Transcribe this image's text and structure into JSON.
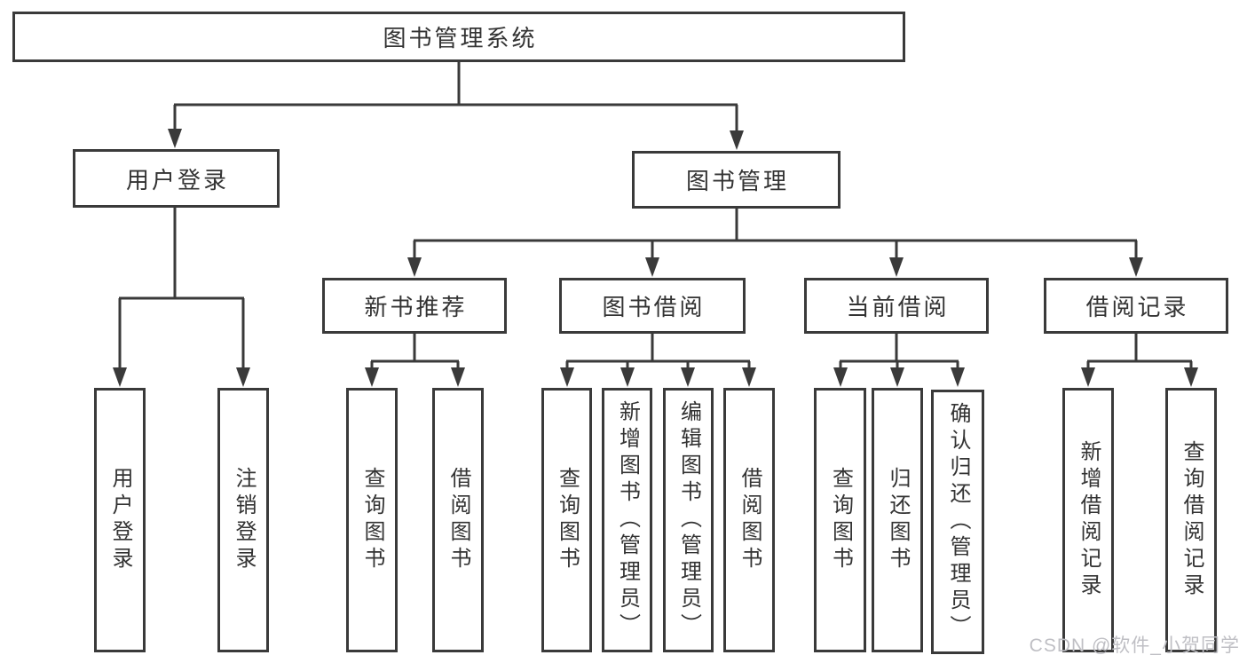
{
  "diagram_title": "图书管理系统",
  "tree": {
    "root": {
      "label": "图书管理系统",
      "children": [
        {
          "label": "用户登录",
          "children": [
            {
              "label": "用户登录"
            },
            {
              "label": "注销登录"
            }
          ]
        },
        {
          "label": "图书管理",
          "children": [
            {
              "label": "新书推荐",
              "children": [
                {
                  "label": "查询图书"
                },
                {
                  "label": "借阅图书"
                }
              ]
            },
            {
              "label": "图书借阅",
              "children": [
                {
                  "label": "查询图书"
                },
                {
                  "label": "新增图书（管理员）"
                },
                {
                  "label": "编辑图书（管理员）"
                },
                {
                  "label": "借阅图书"
                }
              ]
            },
            {
              "label": "当前借阅",
              "children": [
                {
                  "label": "查询图书"
                },
                {
                  "label": "归还图书"
                },
                {
                  "label": "确认归还（管理员）"
                }
              ]
            },
            {
              "label": "借阅记录",
              "children": [
                {
                  "label": "新增借阅记录"
                },
                {
                  "label": "查询借阅记录"
                }
              ]
            }
          ]
        }
      ]
    }
  },
  "watermark": {
    "text": "CSDN @软件_小贺同学"
  },
  "colors": {
    "line": "#3a3a3a",
    "box_border": "#3a3a3a",
    "text": "#333333",
    "watermark": "#bfbfc4",
    "background": "#ffffff"
  }
}
